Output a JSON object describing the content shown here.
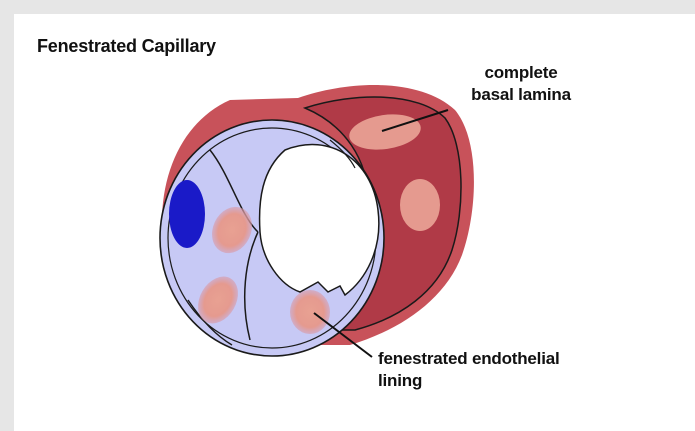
{
  "title": "Fenestrated Capillary",
  "labels": {
    "basal_lamina": {
      "line1": "complete",
      "line2": "basal lamina"
    },
    "endothelial": {
      "line1": "fenestrated endothelial",
      "line2": "lining"
    }
  },
  "colors": {
    "background": "#e6e6e6",
    "panel": "#ffffff",
    "basal_lamina": "#c8525a",
    "endothelium": "#c7c9f5",
    "fenestra": "#e59a8f",
    "nucleus": "#1a1ac8",
    "outline": "#1a1a1a"
  }
}
